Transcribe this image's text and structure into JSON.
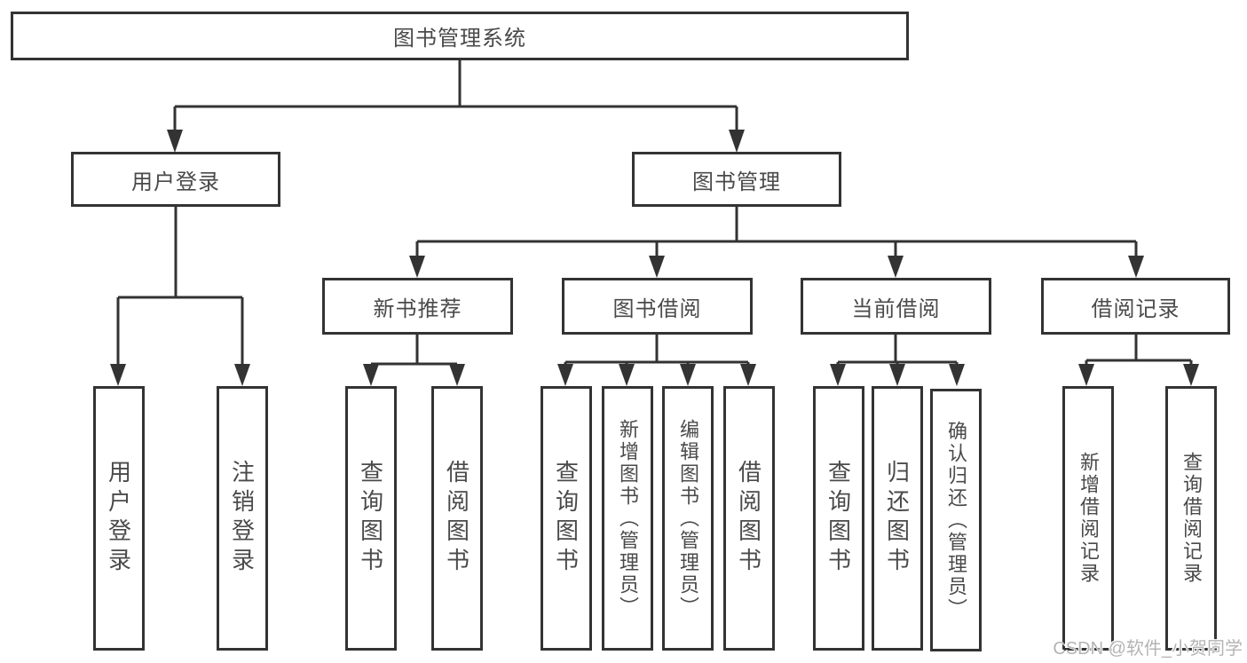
{
  "page": {
    "background": "#ffffff"
  },
  "colors": {
    "line": "#333333",
    "box_border": "#333333",
    "text": "#4a4a4a",
    "watermark": "#b4b4b4"
  },
  "watermark": {
    "text": "CSDN @软件_小贺同学"
  },
  "tree": {
    "root": {
      "label": "图书管理系统",
      "children": [
        {
          "label": "用户登录",
          "children": [
            {
              "label": "用户登录"
            },
            {
              "label": "注销登录"
            }
          ]
        },
        {
          "label": "图书管理",
          "children": [
            {
              "label": "新书推荐",
              "children": [
                {
                  "label": "查询图书"
                },
                {
                  "label": "借阅图书"
                }
              ]
            },
            {
              "label": "图书借阅",
              "children": [
                {
                  "label": "查询图书"
                },
                {
                  "label": "新增图书（管理员）"
                },
                {
                  "label": "编辑图书（管理员）"
                },
                {
                  "label": "借阅图书"
                }
              ]
            },
            {
              "label": "当前借阅",
              "children": [
                {
                  "label": "查询图书"
                },
                {
                  "label": "归还图书"
                },
                {
                  "label": "确认归还（管理员）"
                }
              ]
            },
            {
              "label": "借阅记录",
              "children": [
                {
                  "label": "新增借阅记录"
                },
                {
                  "label": "查询借阅记录"
                }
              ]
            }
          ]
        }
      ]
    }
  }
}
